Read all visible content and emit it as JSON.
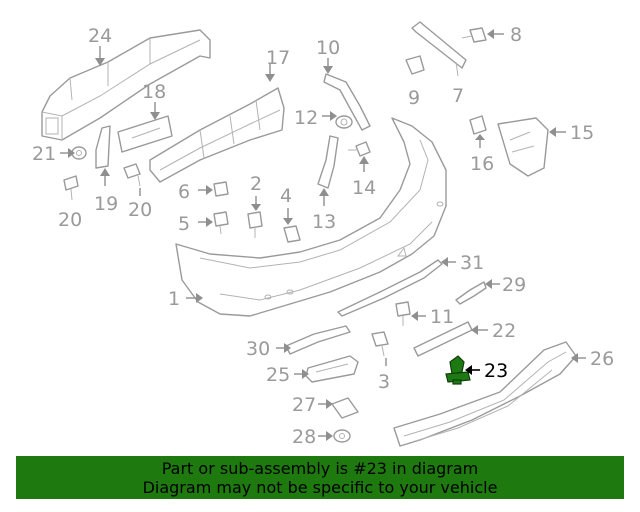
{
  "diagram": {
    "highlight_color": "#1d7a12",
    "callouts": [
      "1",
      "2",
      "3",
      "4",
      "5",
      "6",
      "7",
      "8",
      "9",
      "10",
      "11",
      "12",
      "13",
      "14",
      "15",
      "16",
      "17",
      "18",
      "19",
      "20",
      "20",
      "21",
      "22",
      "23",
      "24",
      "25",
      "26",
      "27",
      "28",
      "29",
      "30",
      "31"
    ],
    "highlighted_part": "23"
  },
  "banner": {
    "background": "#1e7a0f",
    "line1": "Part or sub-assembly is #23 in diagram",
    "line2": "Diagram may not be specific to your vehicle"
  }
}
